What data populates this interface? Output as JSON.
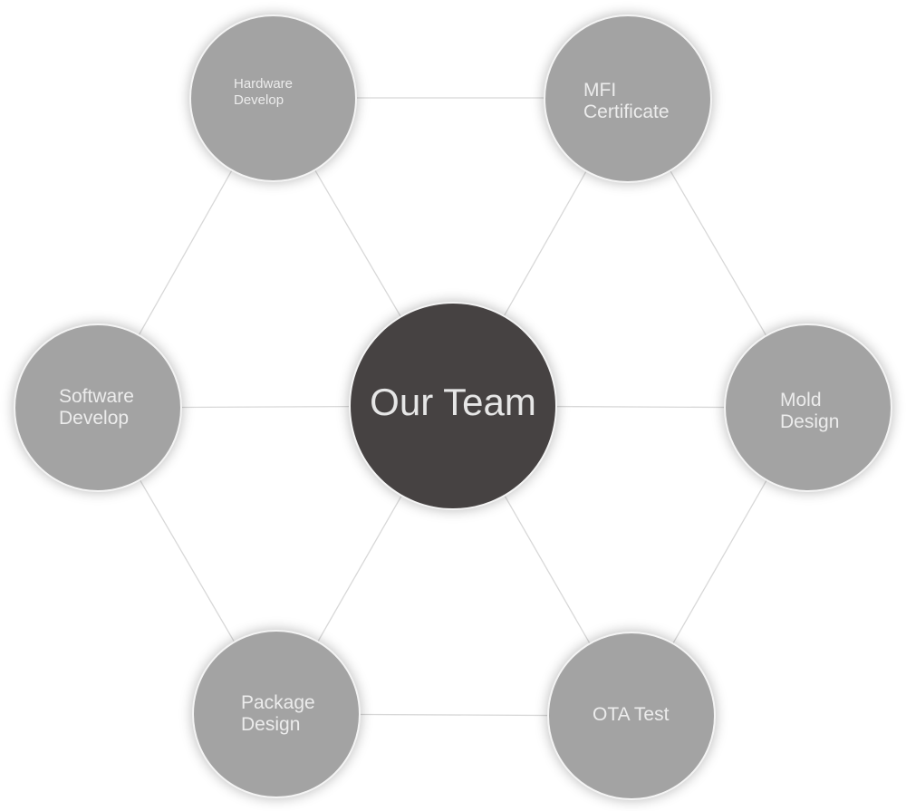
{
  "center": {
    "label": "Our Team",
    "color": "#464242"
  },
  "nodes": [
    {
      "id": "hardware",
      "label": "Hardware\nDevelop"
    },
    {
      "id": "mfi",
      "label": "MFI\nCertificate"
    },
    {
      "id": "software",
      "label": "Software\nDevelop"
    },
    {
      "id": "mold",
      "label": "Mold\nDesign"
    },
    {
      "id": "package",
      "label": "Package\nDesign"
    },
    {
      "id": "ota",
      "label": "OTA Test"
    }
  ],
  "colors": {
    "node": "#a3a3a3",
    "line": "#d8d8d8"
  }
}
